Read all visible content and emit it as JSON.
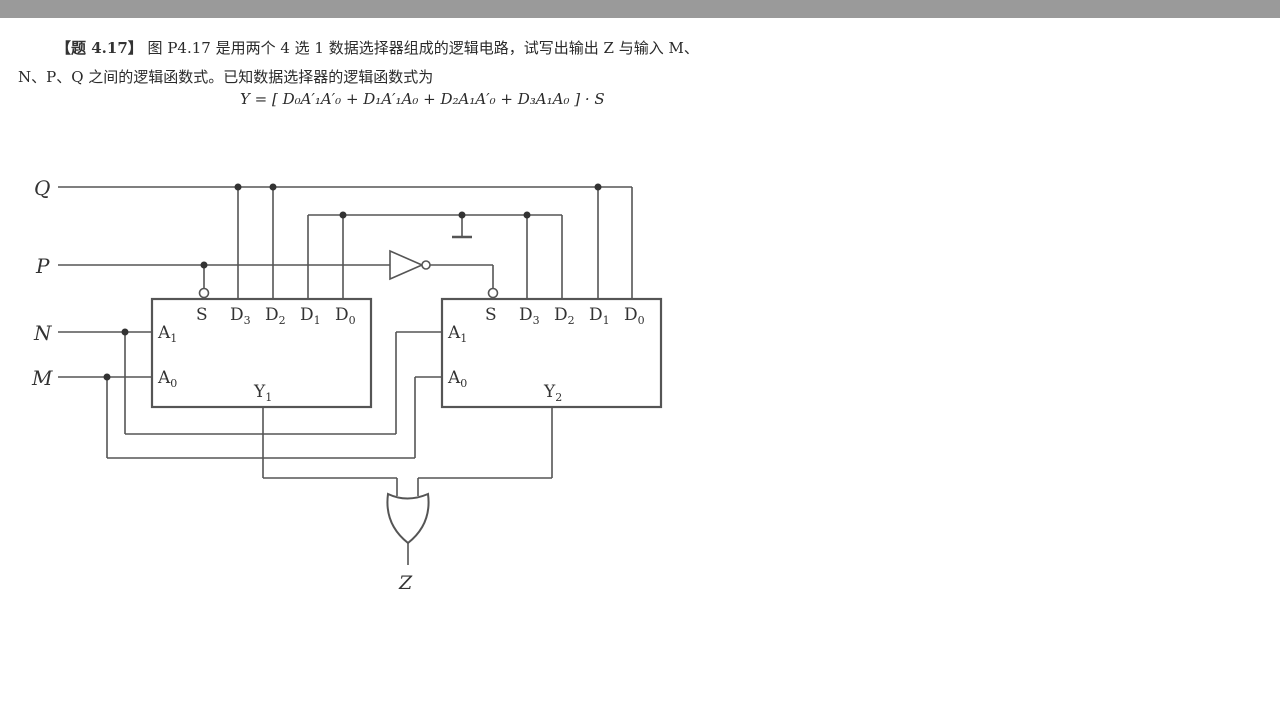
{
  "problem": {
    "tag": "【题 4.17】",
    "line1": "图 P4.17 是用两个 4 选 1 数据选择器组成的逻辑电路，试写出输出 Z 与输入 M、",
    "line2": "N、P、Q 之间的逻辑函数式。已知数据选择器的逻辑函数式为",
    "formula": "Y = [ D₀A′₁A′₀ + D₁A′₁A₀ + D₂A₁A′₀ + D₃A₁A₀ ] · S"
  },
  "circuit": {
    "inputs": [
      "Q",
      "P",
      "N",
      "M"
    ],
    "output": "Z",
    "mux1": {
      "pins_top": [
        "S",
        "D3",
        "D2",
        "D1",
        "D0"
      ],
      "pins_left": [
        "A1",
        "A0"
      ],
      "output": "Y1"
    },
    "mux2": {
      "pins_top": [
        "S",
        "D3",
        "D2",
        "D1",
        "D0"
      ],
      "pins_left": [
        "A1",
        "A0"
      ],
      "output": "Y2"
    }
  }
}
